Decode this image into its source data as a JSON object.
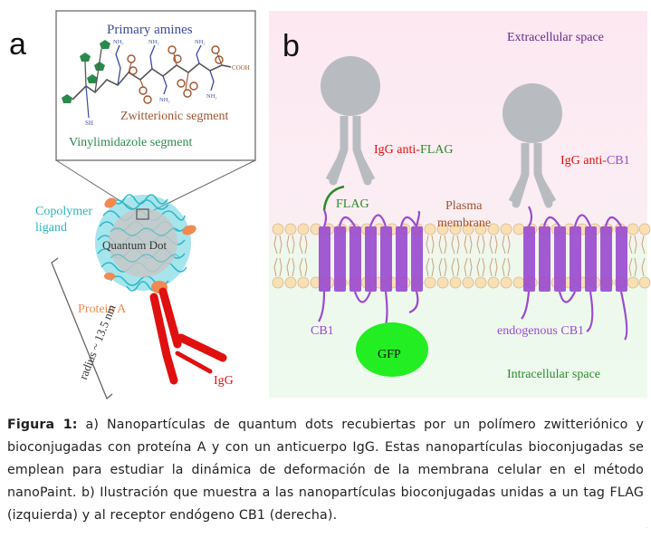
{
  "panel_a": {
    "letter": "a",
    "primary_amines": "Primary amines",
    "nh2": "NH₂",
    "cooh": "COOH",
    "sh": "SH",
    "zwitterionic": "Zwitterionic segment",
    "vinylimidazole": "Vinylimidazole segment",
    "copolymer_ligand_1": "Copolymer",
    "copolymer_ligand_2": "ligand",
    "quantum_dot": "Quantum Dot",
    "protein_a": "Protein A",
    "radius": "radius ~ 13.5 nm",
    "igg": "IgG"
  },
  "panel_b": {
    "letter": "b",
    "extracellular": "Extracellular space",
    "intracellular": "Intracellular space",
    "igg_anti": "IgG anti-",
    "flag_word": "FLAG",
    "cb1_word": "CB1",
    "flag_tag": "FLAG",
    "plasma_1": "Plasma",
    "plasma_2": "membrane",
    "cb1_left": "CB1",
    "gfp": "GFP",
    "endogenous_cb1": "endogenous CB1"
  },
  "caption": {
    "label": "Figura 1:",
    "text": " a) Nanopartículas de quantum dots recubiertas por un polímero zwitteriónico y bioconjugadas con proteína A y con un anticuerpo IgG. Estas nanopartículas bioconjugadas se emplean para estudiar la dinámica de deformación de la membrana celular en el método nanoPaint. b) Ilustración que muestra a las nanopartículas bioconjugadas unidas a un tag FLAG (izquierda) y al receptor endógeno CB1 (derecha)."
  },
  "colors": {
    "cyan_label": "#2bb5c0",
    "protein_orange": "#f08a50",
    "igg_red": "#e01010",
    "flag_green": "#2a8a2a",
    "receptor_purple": "#9a4ad0",
    "primary_amines_blue": "#3a4aa0",
    "zwitterionic_brown": "#a0522d",
    "gfp_green": "#22ee22"
  }
}
